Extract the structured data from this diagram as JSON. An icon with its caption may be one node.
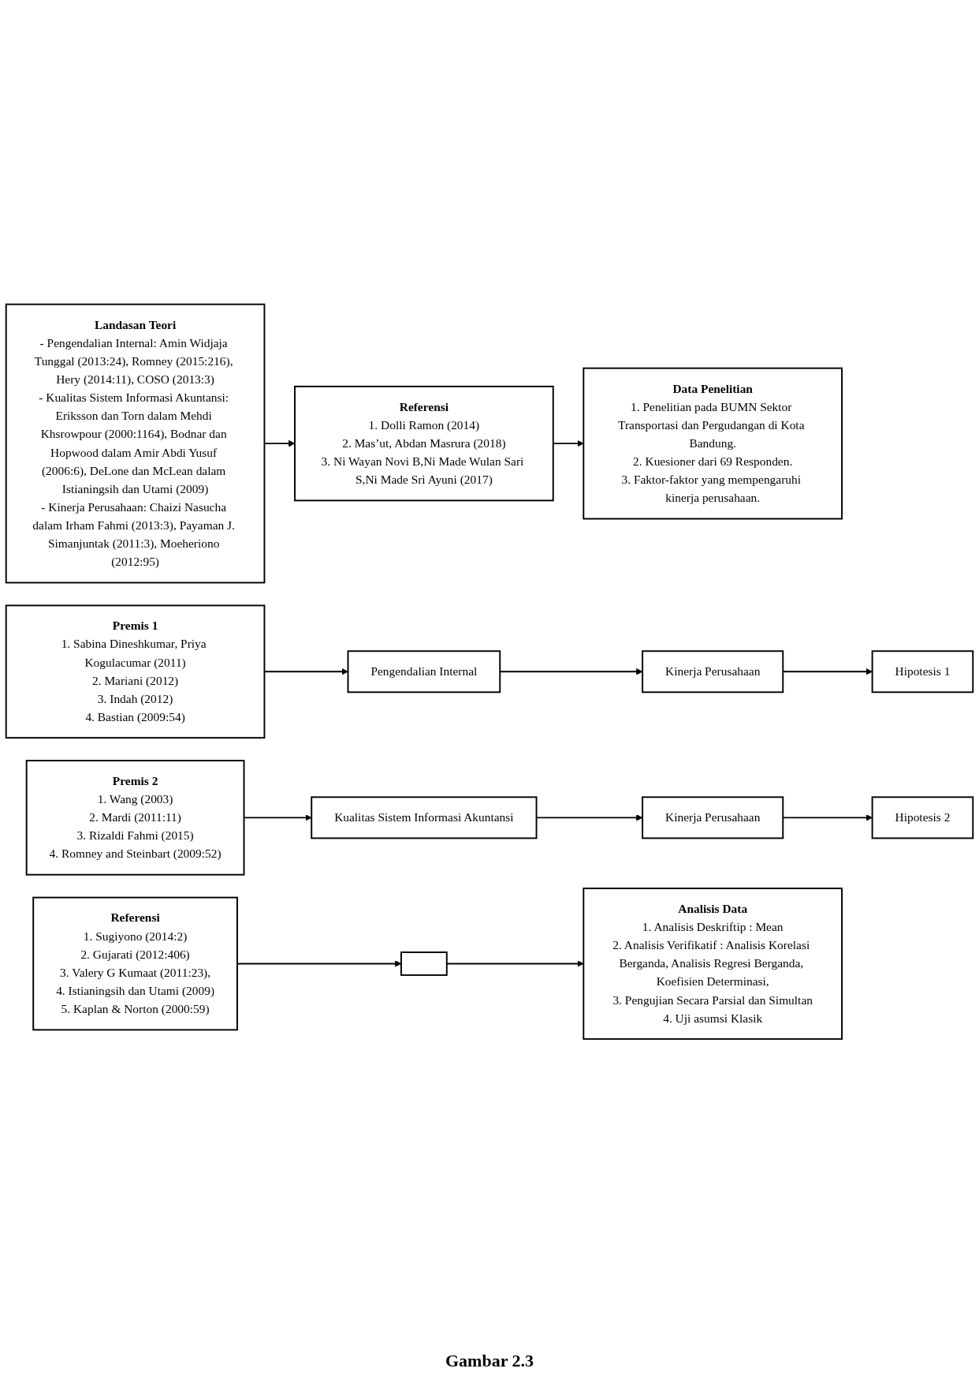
{
  "diagram": {
    "caption": "Gambar 2.3",
    "nodes": [
      {
        "text": [
          "Landasan Teori",
          "- Pengendalian Internal: Amin Widjaja Tunggal (2013:24), Romney (2015:216), Hery (2014:11), COSO (2013:3)",
          "- Kualitas Sistem Informasi Akuntansi: Eriksson dan Torn dalam Mehdi Khsrowpour (2000:1164), Bodnar dan Hopwood dalam Amir Abdi Yusuf (2006:6), DeLone dan McLean dalam Istianingsih dan Utami (2009)",
          "- Kinerja Perusahaan: Chaizi Nasucha dalam Irham Fahmi (2013:3), Payaman J. Simanjuntak (2011:3), Moeheriono (2012:95)"
        ]
      },
      {
        "text": [
          "Referensi",
          "1. Dolli Ramon (2014)",
          "2. Mas’ut, Abdan Masrura (2018)",
          "3. Ni Wayan Novi B,Ni Made Wulan Sari S,Ni Made Sri Ayuni (2017)"
        ]
      },
      {
        "text": [
          "Data Penelitian",
          "1. Penelitian pada BUMN Sektor Transportasi dan Pergudangan di Kota Bandung.",
          "2. Kuesioner dari 69 Responden.",
          "3. Faktor-faktor yang mempengaruhi kinerja perusahaan."
        ]
      },
      {
        "text": [
          "Premis 1",
          "1. Sabina Dineshkumar, Priya Kogulacumar (2011)",
          "2. Mariani (2012)",
          "3. Indah (2012)",
          "4. Bastian (2009:54)"
        ]
      },
      {
        "text": [
          "Pengendalian Internal"
        ]
      },
      {
        "text": [
          "Kinerja Perusahaan"
        ]
      },
      {
        "text": [
          "Hipotesis 1"
        ]
      },
      {
        "text": [
          "Premis 2",
          "1. Wang (2003)",
          "2. Mardi (2011:11)",
          "3. Rizaldi Fahmi (2015)",
          "4. Romney and Steinbart (2009:52)"
        ]
      },
      {
        "text": [
          "Kualitas Sistem Informasi Akuntansi"
        ]
      },
      {
        "text": [
          "Kinerja Perusahaan"
        ]
      },
      {
        "text": [
          "Hipotesis 2"
        ]
      },
      {
        "text": [
          "Referensi",
          "1. Sugiyono (2014:2)",
          "2. Gujarati (2012:406)",
          "3. Valery G Kumaat (2011:23),",
          "4. Istianingsih dan Utami (2009)",
          "5. Kaplan & Norton (2000:59)"
        ]
      },
      {
        "text": [],
        "shape": "box"
      },
      {
        "text": [
          "Analisis Data",
          "1. Analisis Deskriftip : Mean",
          "2. Analisis Verifikatif : Analisis Korelasi Berganda, Analisis Regresi Berganda, Koefisien Determinasi,",
          "3. Pengujian Secara Parsial dan Simultan",
          "4. Uji asumsi Klasik"
        ]
      }
    ],
    "edges": [
      {
        "from": 0,
        "to": 1,
        "arrow": "to"
      },
      {
        "from": 1,
        "to": 2,
        "arrow": "to"
      },
      {
        "from": 3,
        "to": 4,
        "arrow": "to"
      },
      {
        "from": 4,
        "to": 5,
        "arrow": "to"
      },
      {
        "from": 5,
        "to": 6,
        "arrow": "to"
      },
      {
        "from": 7,
        "to": 8,
        "arrow": "to"
      },
      {
        "from": 8,
        "to": 9,
        "arrow": "to"
      },
      {
        "from": 9,
        "to": 10,
        "arrow": "to"
      },
      {
        "from": 11,
        "to": 12,
        "arrow": "to"
      },
      {
        "from": 12,
        "to": 13,
        "arrow": "to"
      }
    ]
  }
}
